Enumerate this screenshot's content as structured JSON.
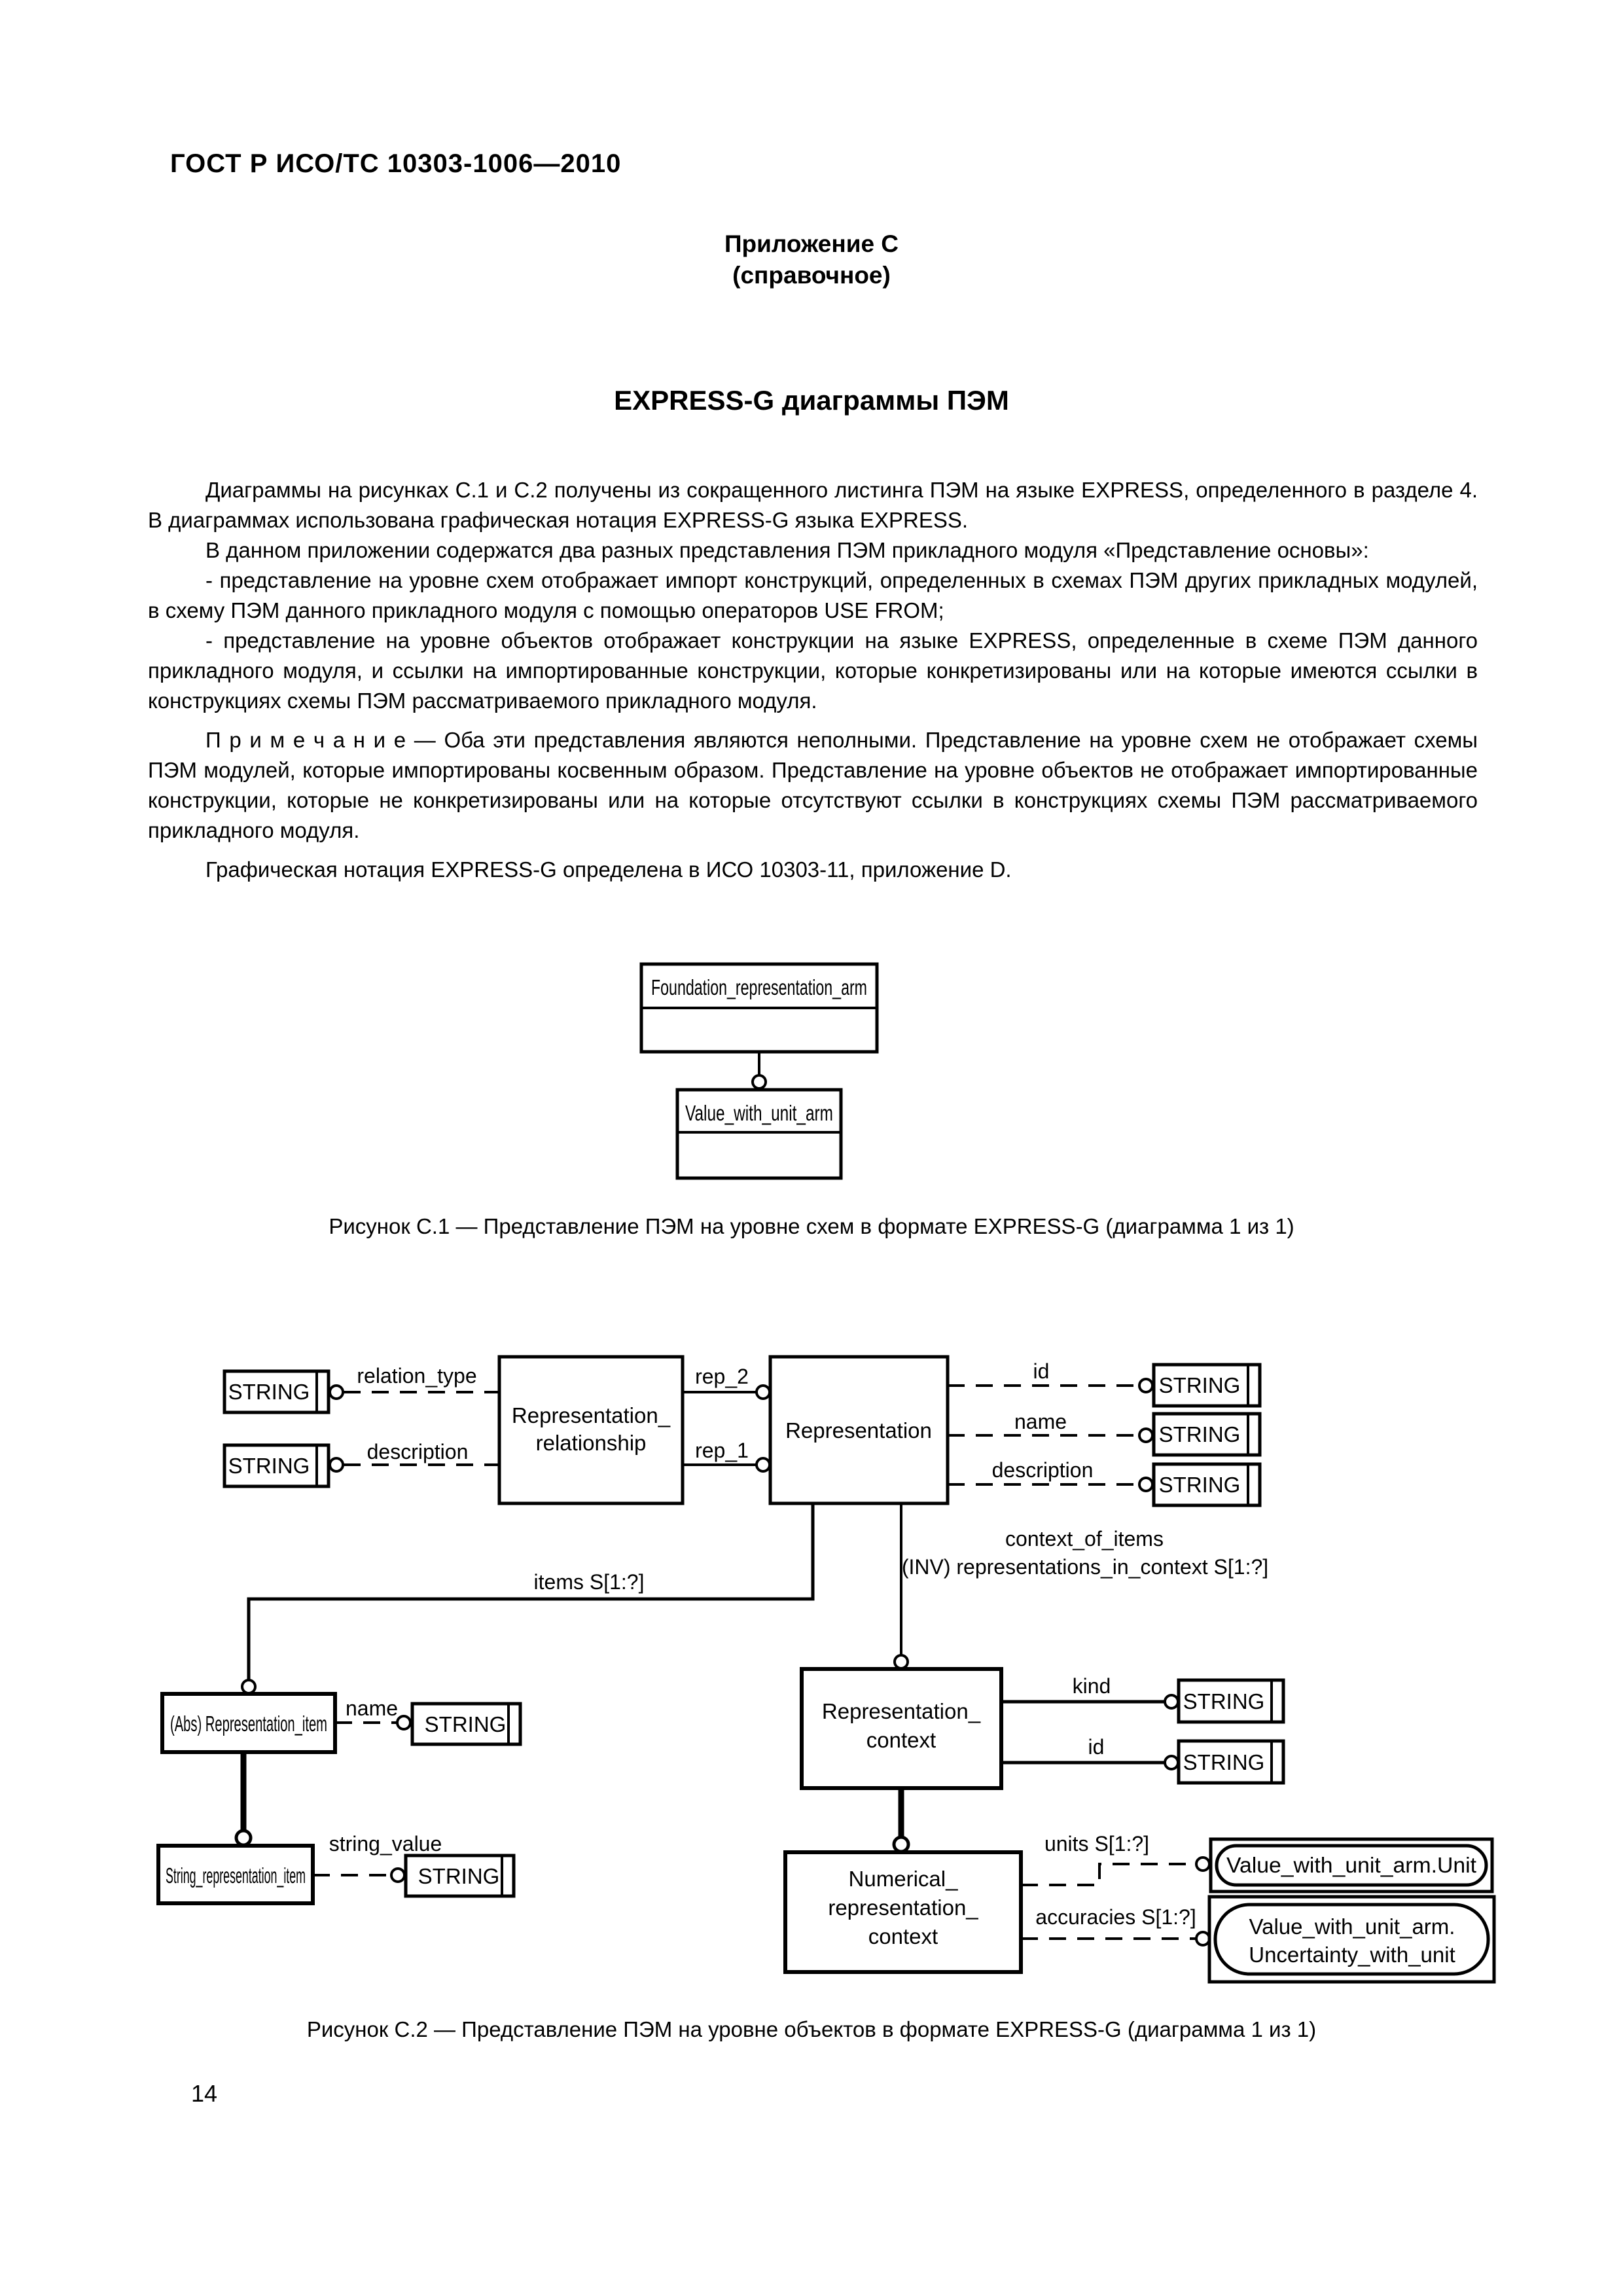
{
  "page": {
    "header": "ГОСТ Р ИСО/ТС 10303-1006—2010",
    "page_number": "14"
  },
  "appendix": {
    "label": "Приложение С",
    "kind": "(справочное)",
    "heading": "EXPRESS-G диаграммы ПЭМ"
  },
  "paragraphs": {
    "p1": "Диаграммы на рисунках С.1 и С.2 получены из сокращенного листинга ПЭМ на языке EXPRESS, определенного в разделе 4. В диаграммах использована графическая нотация EXPRESS-G языка EXPRESS.",
    "p2": "В данном приложении содержатся два разных представления ПЭМ прикладного модуля «Представление основы»:",
    "p3": "- представление на уровне схем отображает импорт конструкций, определенных в схемах ПЭМ других прикладных модулей, в схему ПЭМ данного прикладного модуля с помощью операторов USE FROM;",
    "p4": "- представление на уровне объектов отображает конструкции на языке EXPRESS, определенные в схеме ПЭМ данного прикладного модуля, и ссылки на импортированные конструкции, которые конкретизированы или на которые имеются ссылки в конструкциях схемы ПЭМ рассматриваемого прикладного модуля.",
    "note": "П р и м е ч а н и е — Оба эти представления являются неполными. Представление на уровне схем не отображает схемы ПЭМ модулей, которые импортированы косвенным образом. Представление на уровне объектов не отображает импортированные конструкции, которые не конкретизированы или на которые отсутствуют ссылки в конструкциях схемы ПЭМ рассматриваемого прикладного модуля.",
    "p6": "Графическая нотация EXPRESS-G определена в ИСО 10303-11, приложение D."
  },
  "figure1": {
    "caption": "Рисунок С.1 — Представление ПЭМ на уровне схем в формате EXPRESS-G (диаграмма 1 из 1)",
    "schemas": [
      "Foundation_representation_arm",
      "Value_with_unit_arm"
    ]
  },
  "figure2": {
    "caption": "Рисунок С.2 — Представление ПЭМ на уровне объектов в формате EXPRESS-G (диаграмма 1 из 1)",
    "string_type": "STRING",
    "entities": {
      "representation_relationship": [
        "Representation_",
        "relationship"
      ],
      "representation": "Representation",
      "representation_context": [
        "Representation_",
        "context"
      ],
      "abs_representation_item": "(Abs) Representation_item",
      "string_representation_item": "String_representation_item",
      "numerical_representation_context": [
        "Numerical_",
        "representation_",
        "context"
      ],
      "value_with_unit_arm_unit": "Value_with_unit_arm.Unit",
      "value_with_unit_arm_uncertainty": [
        "Value_with_unit_arm.",
        "Uncertainty_with_unit"
      ]
    },
    "attributes": {
      "relation_type": "relation_type",
      "description_left": "description",
      "rep_2": "rep_2",
      "rep_1": "rep_1",
      "id": "id",
      "name": "name",
      "description_right": "description",
      "items": "items S[1:?]",
      "context_of_items": "context_of_items",
      "inv_representations": "(INV) representations_in_context S[1:?]",
      "kind": "kind",
      "id_context": "id",
      "name_item": "name",
      "string_value": "string_value",
      "units": "units S[1:?]",
      "accuracies": "accuracies S[1:?]"
    }
  }
}
